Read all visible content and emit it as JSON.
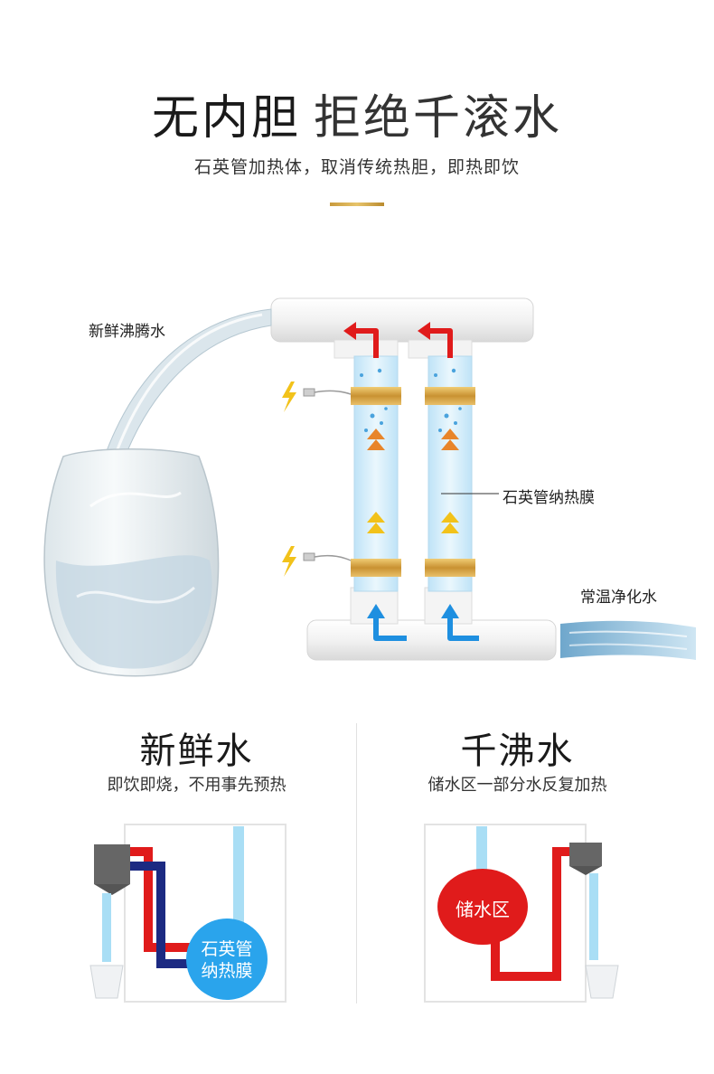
{
  "header": {
    "title_part1": "无内胆",
    "title_part2": "拒绝千滚水",
    "subtitle": "石英管加热体，取消传统热胆，即热即饮"
  },
  "diagram": {
    "label_boiling": "新鲜沸腾水",
    "label_membrane": "石英管纳热膜",
    "label_room_temp": "常温净化水"
  },
  "left_panel": {
    "title": "新鲜水",
    "desc": "即饮即烧，不用事先预热",
    "bubble_line1": "石英管",
    "bubble_line2": "纳热膜"
  },
  "right_panel": {
    "title": "千沸水",
    "desc": "储水区一部分水反复加热",
    "bubble": "储水区"
  },
  "colors": {
    "accent_gold": "#d4a845",
    "hot_red": "#e01b1b",
    "cold_blue": "#1e8fe0",
    "pipe_light_blue": "#a9def5",
    "dark_navy": "#1c2a82"
  }
}
